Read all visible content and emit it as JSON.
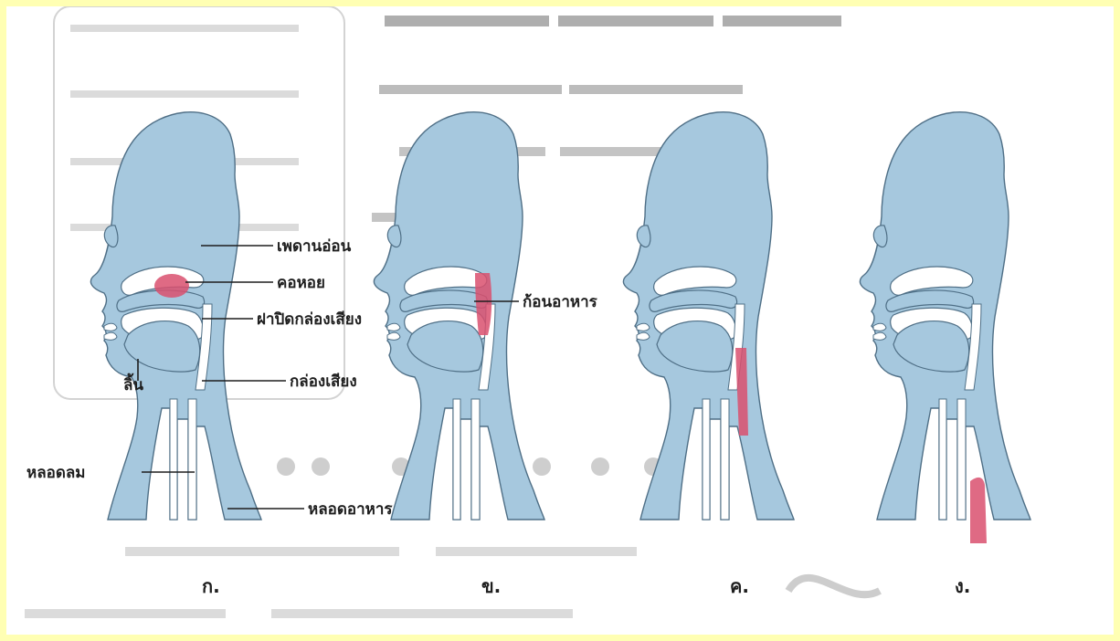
{
  "colors": {
    "frame": "#ffffb3",
    "tissue": "#a6c8de",
    "tissue_stroke": "#4f6f86",
    "food": "#d9506e",
    "label": "#1e1e1e"
  },
  "labels": {
    "soft_palate": "เพดานอ่อน",
    "pharynx": "คอหอย",
    "epiglottis": "ฝาปิดกล่องเสียง",
    "tongue": "ลิ้น",
    "larynx": "กล่องเสียง",
    "trachea": "หลอดลม",
    "esophagus": "หลอดอาหาร",
    "food_bolus": "ก้อนอาหาร"
  },
  "panels": [
    {
      "caption": "ก."
    },
    {
      "caption": "ข."
    },
    {
      "caption": "ค."
    },
    {
      "caption": "ง."
    }
  ]
}
